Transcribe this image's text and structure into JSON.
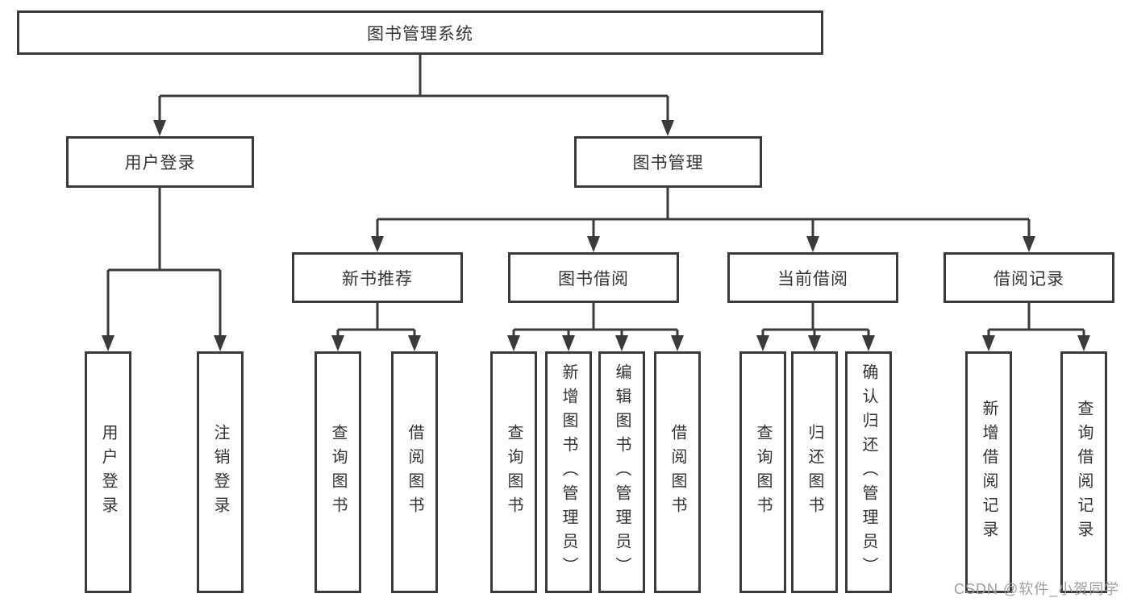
{
  "colors": {
    "line": "#3a3a3a",
    "text": "#333333",
    "background": "#ffffff",
    "watermark": "#9e9e9e"
  },
  "tree": {
    "root": {
      "label": "图书管理系统"
    },
    "branches": [
      {
        "label": "用户登录",
        "children": [
          {
            "label": "用户登录"
          },
          {
            "label": "注销登录"
          }
        ]
      },
      {
        "label": "图书管理",
        "children": [
          {
            "label": "新书推荐",
            "children": [
              {
                "label": "查询图书"
              },
              {
                "label": "借阅图书"
              }
            ]
          },
          {
            "label": "图书借阅",
            "children": [
              {
                "label": "查询图书"
              },
              {
                "label": "新增图书（管理员）"
              },
              {
                "label": "编辑图书（管理员）"
              },
              {
                "label": "借阅图书"
              }
            ]
          },
          {
            "label": "当前借阅",
            "children": [
              {
                "label": "查询图书"
              },
              {
                "label": "归还图书"
              },
              {
                "label": "确认归还（管理员）"
              }
            ]
          },
          {
            "label": "借阅记录",
            "children": [
              {
                "label": "新增借阅记录"
              },
              {
                "label": "查询借阅记录"
              }
            ]
          }
        ]
      }
    ]
  },
  "watermark": {
    "text": "CSDN @软件_小贺同学"
  }
}
